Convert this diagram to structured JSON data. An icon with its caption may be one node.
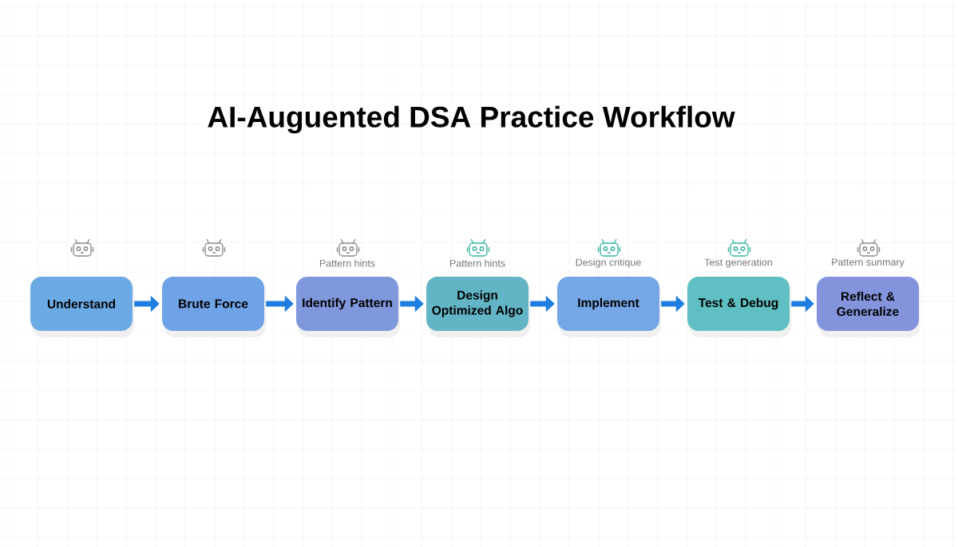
{
  "diagram": {
    "title": "AI-Auguented DSA Practice Workflow",
    "nodes": [
      {
        "text": [
          "Understand"
        ]
      },
      {
        "text": [
          "Brute Force"
        ]
      },
      {
        "text": [
          "Identify Pattern"
        ],
        "beside": [
          "Pattern hints"
        ]
      },
      {
        "text": [
          "Design Optimized Algo"
        ],
        "beside": [
          "Pattern hints"
        ]
      },
      {
        "text": [
          "Implement"
        ],
        "beside": [
          "Design critique"
        ]
      },
      {
        "text": [
          "Test & Debug"
        ],
        "beside": [
          "Test generation"
        ]
      },
      {
        "text": [
          "Reflect & Generalize"
        ],
        "beside": [
          "Pattern sunmary"
        ]
      }
    ],
    "edges": [
      {
        "from": 0,
        "to": 1,
        "arrow": "to"
      },
      {
        "from": 1,
        "to": 2,
        "arrow": "to"
      },
      {
        "from": 2,
        "to": 3,
        "arrow": "to"
      },
      {
        "from": 3,
        "to": 4,
        "arrow": "to"
      },
      {
        "from": 4,
        "to": 5,
        "arrow": "to"
      },
      {
        "from": 5,
        "to": 6,
        "arrow": "to"
      }
    ]
  }
}
